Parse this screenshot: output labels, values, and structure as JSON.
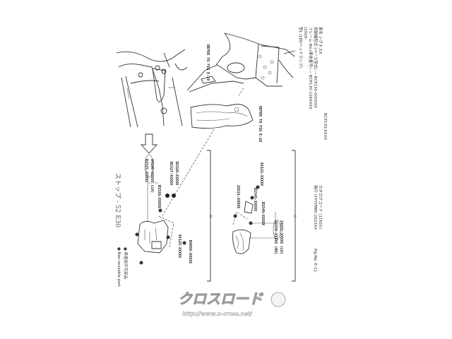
{
  "header": {
    "lines": [
      "車名 シグナスX",
      "原動機型式 (ベース型式) ― BCP130-000XXX",
      "フレーム No.(車体番号) ― BCP130-128XXXX",
      "(2009-"
    ],
    "model_variant": "型L (LEDヘッドランプ)",
    "frame_range": "BCP130-XXXX",
    "catalog_code": "カタログコード (11KS5)",
    "issue": "発行 (YYYYMM) 2023XX",
    "fig_no": "Fig-No. E-11"
  },
  "labels": {
    "refer_upper": "REFER TO FIG E-10",
    "refer_middle": "REFER TO FIG E-10",
    "group_2": "②",
    "group_1": "①",
    "handwritten_note": "ストップ - 52 E30"
  },
  "parts_group_2": [
    "B1525-XXXXX",
    "84100-XXXXX (LH)",
    "B1526-XXXXX",
    "B1527-XXXXX",
    "B1528-XXXXX",
    "01125-XXXXX",
    "B4050-XXXXX"
  ],
  "parts_group_1": [
    "26550-XXXXX (RH)",
    "26555-XXXXX (LH)",
    "B1540-XXXXX",
    "B1545-XXXXX",
    "01121-XXXXX",
    "26521-XXXXX"
  ],
  "legend": {
    "jp": "● 再使用不可部品",
    "en": "● Non-reusable part"
  },
  "watermark": {
    "brand": "クロスロード",
    "url": "http://www.x-cross.net/"
  }
}
